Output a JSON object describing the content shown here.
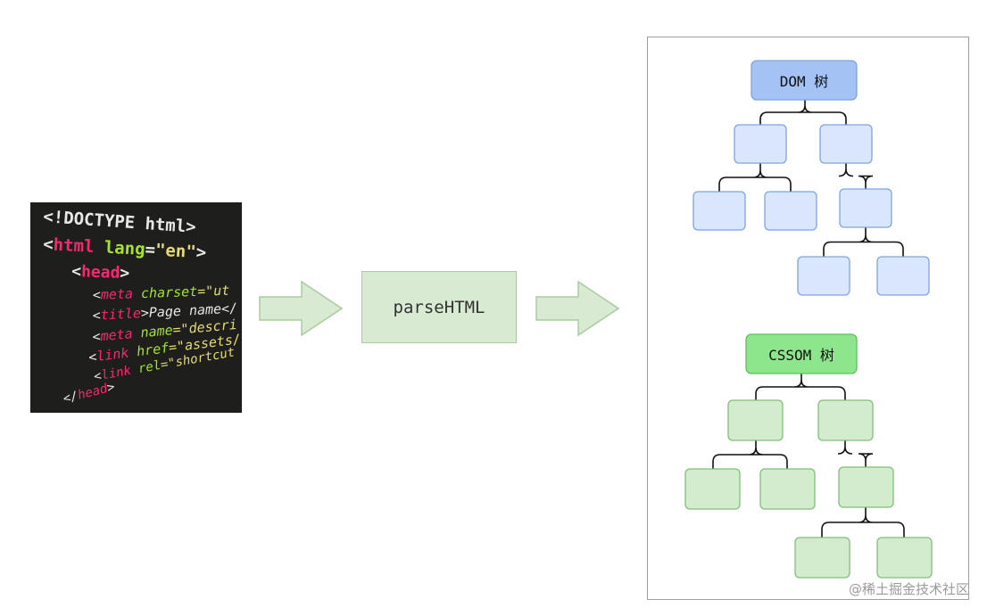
{
  "code_snippet": {
    "lines": [
      {
        "parts": [
          {
            "t": "<!DOCTYPE ",
            "c": "#e8e8e8"
          },
          {
            "t": "html>",
            "c": "#e8e8e8"
          }
        ]
      },
      {
        "parts": [
          {
            "t": "<",
            "c": "#e8e8e8"
          },
          {
            "t": "html",
            "c": "#f92672"
          },
          {
            "t": " lang",
            "c": "#a6e22e"
          },
          {
            "t": "=",
            "c": "#e8e8e8"
          },
          {
            "t": "\"en\"",
            "c": "#e6db74"
          },
          {
            "t": ">",
            "c": "#e8e8e8"
          }
        ]
      },
      {
        "parts": [
          {
            "t": "<",
            "c": "#e8e8e8"
          },
          {
            "t": "head",
            "c": "#f92672"
          },
          {
            "t": ">",
            "c": "#e8e8e8"
          }
        ]
      },
      {
        "parts": [
          {
            "t": "<",
            "c": "#e8e8e8"
          },
          {
            "t": "meta",
            "c": "#f92672"
          },
          {
            "t": " charset",
            "c": "#a6e22e"
          },
          {
            "t": "=\"ut",
            "c": "#e6db74"
          }
        ]
      },
      {
        "parts": [
          {
            "t": "<",
            "c": "#e8e8e8"
          },
          {
            "t": "title",
            "c": "#f92672"
          },
          {
            "t": ">Page ",
            "c": "#e8e8e8"
          },
          {
            "t": "name</",
            "c": "#e8e8e8"
          }
        ]
      },
      {
        "parts": [
          {
            "t": "<",
            "c": "#e8e8e8"
          },
          {
            "t": "meta",
            "c": "#f92672"
          },
          {
            "t": " name",
            "c": "#a6e22e"
          },
          {
            "t": "=\"descri",
            "c": "#e6db74"
          }
        ]
      },
      {
        "parts": [
          {
            "t": "<",
            "c": "#e8e8e8"
          },
          {
            "t": "link",
            "c": "#f92672"
          },
          {
            "t": " href",
            "c": "#a6e22e"
          },
          {
            "t": "=\"assets/",
            "c": "#e6db74"
          }
        ]
      },
      {
        "parts": [
          {
            "t": "<",
            "c": "#e8e8e8"
          },
          {
            "t": "link",
            "c": "#f92672"
          },
          {
            "t": " rel",
            "c": "#a6e22e"
          },
          {
            "t": "=\"shortcut",
            "c": "#e6db74"
          }
        ]
      },
      {
        "parts": [
          {
            "t": "</",
            "c": "#e8e8e8"
          },
          {
            "t": "head",
            "c": "#f92672"
          },
          {
            "t": ">",
            "c": "#e8e8e8"
          }
        ]
      }
    ]
  },
  "process": {
    "label": "parseHTML"
  },
  "dom_tree": {
    "root_label": "DOM 树",
    "root_fill": "#a4c2f4",
    "root_stroke": "#7fa3e0",
    "node_fill": "#dae6fb",
    "node_stroke": "#7fa3e0"
  },
  "cssom_tree": {
    "root_label": "CSSOM 树",
    "root_fill": "#8ee68c",
    "root_stroke": "#5fbf5c",
    "node_fill": "#d4ecce",
    "node_stroke": "#7fbf78"
  },
  "colors": {
    "arrow_fill": "#d9ead3",
    "arrow_stroke": "#a9cba0",
    "connector": "#111111"
  },
  "watermark": "@稀土掘金技术社区"
}
